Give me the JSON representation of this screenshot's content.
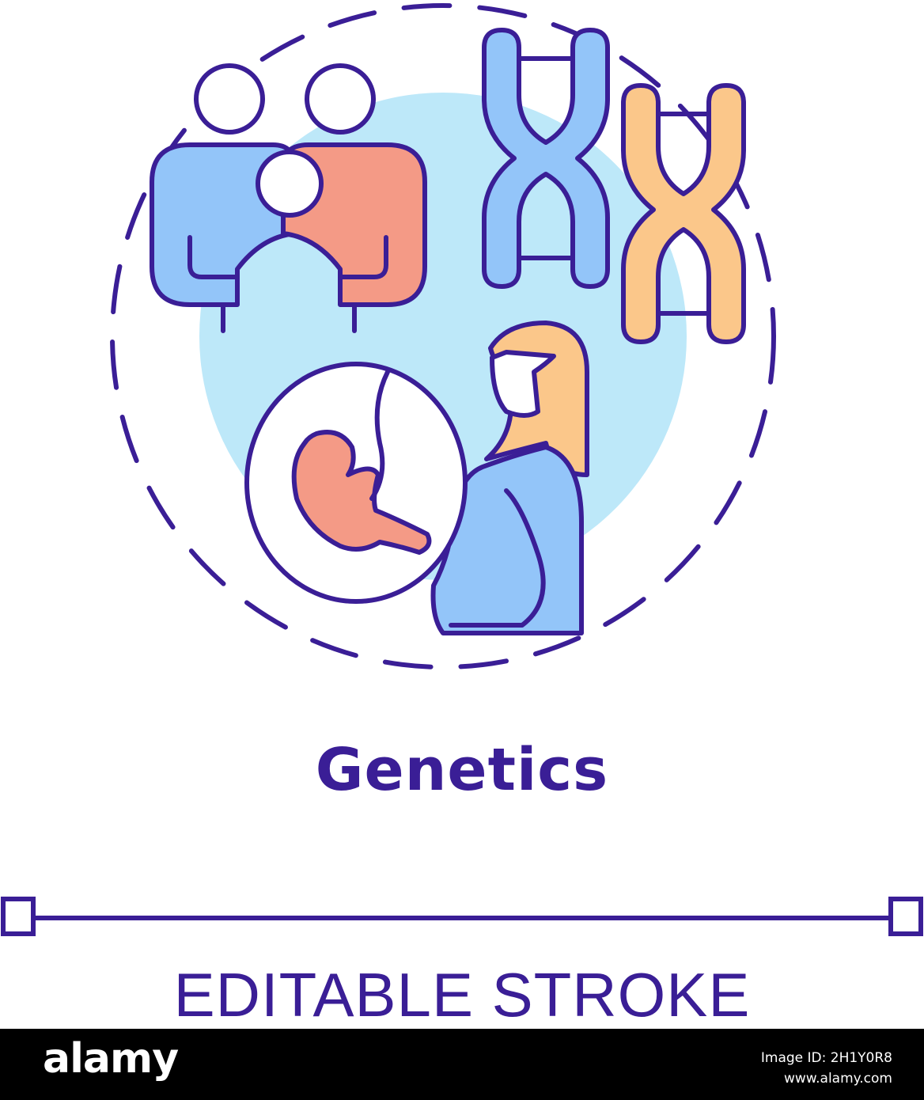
{
  "title": "Genetics",
  "subtitle": "EDITABLE STROKE",
  "footer": {
    "logo": "alamy",
    "image_id_line": "Image ID: 2H1Y0R8",
    "site": "www.alamy.com"
  },
  "colors": {
    "outline": "#3a1e96",
    "blue": "#93c5f9",
    "pink": "#f49a86",
    "orange": "#fbc78a",
    "light_blue": "#bde8f9",
    "footer_bg": "#000000"
  }
}
